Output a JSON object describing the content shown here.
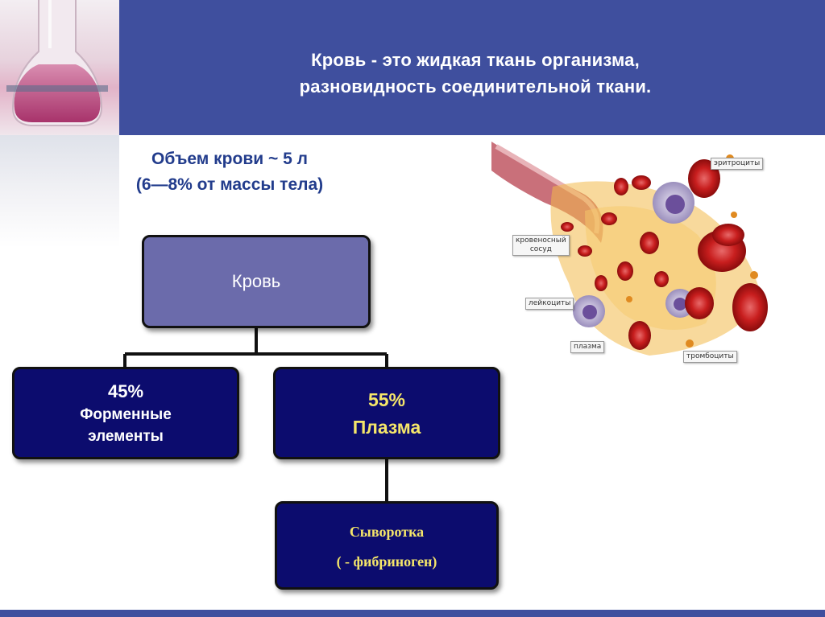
{
  "header": {
    "title_line1": "Кровь -  это жидкая ткань организма,",
    "title_line2": "разновидность соединительной ткани."
  },
  "volume": {
    "line1": "Объем крови  ~ 5 л",
    "line2": "(6—8% от массы тела)"
  },
  "diagram": {
    "root": {
      "label": "Кровь"
    },
    "formed_elements": {
      "percent": "45%",
      "line1": "Форменные",
      "line2": "элементы"
    },
    "plasma": {
      "percent": "55%",
      "label": "Плазма"
    },
    "serum": {
      "line1": "Сыворотка",
      "line2": "( - фибриноген)"
    }
  },
  "illustration": {
    "labels": {
      "erythrocytes": "эритроциты",
      "vessel_line1": "кровеносный",
      "vessel_line2": "сосуд",
      "leukocytes": "лейкоциты",
      "plasma": "плазма",
      "platelets": "тромбоциты"
    }
  },
  "colors": {
    "header_bg": "#3f4f9e",
    "root_box": "#6b6bab",
    "dark_box": "#0c0c6e",
    "accent_yellow": "#f5e66a",
    "volume_text": "#223c8c"
  }
}
